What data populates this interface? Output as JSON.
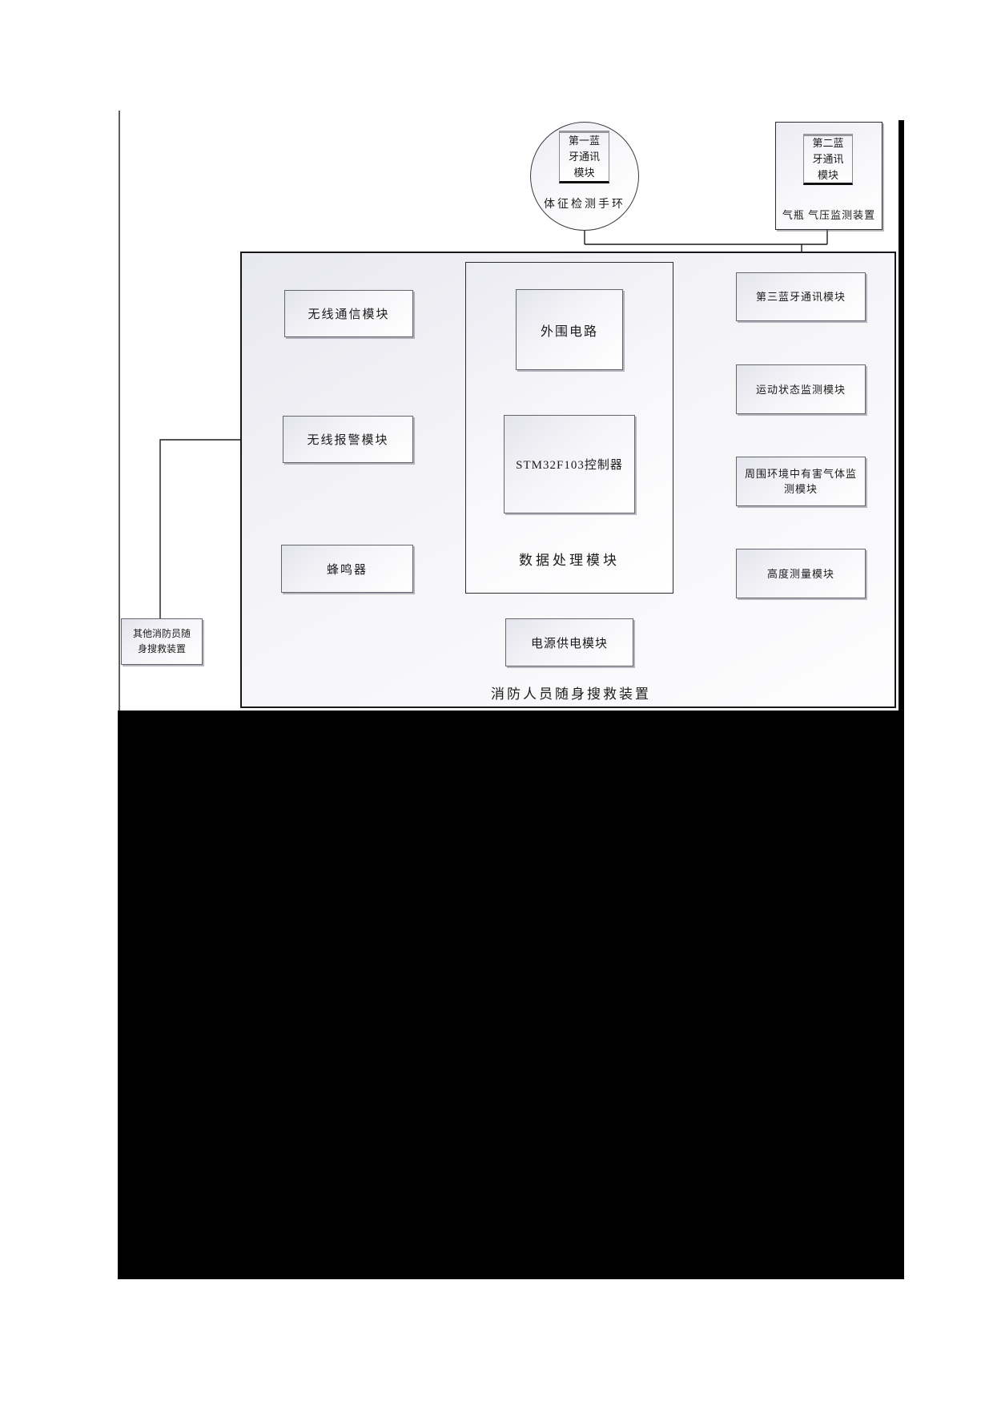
{
  "colors": {
    "redaction": "#000000",
    "line": "#1a1a1a"
  },
  "external_devices": {
    "wristband": {
      "module_label": "第一蓝\n牙通讯\n模块",
      "device_label": "体征检测手环"
    },
    "gas_cylinder": {
      "module_label": "第二蓝\n牙通讯\n模块",
      "device_label": "气瓶 气压监测装置"
    },
    "other_rescuers": {
      "device_label": "其他消防员随\n身搜救装置"
    }
  },
  "main_device": {
    "title": "消防人员随身搜救装置",
    "left_modules": {
      "wireless_comm": "无线通信模块",
      "wireless_alarm": "无线报警模块",
      "buzzer": "蜂鸣器"
    },
    "data_processing": {
      "title": "数据处理模块",
      "peripheral_circuit": "外围电路",
      "controller": "STM32F103控制器"
    },
    "power": "电源供电模块",
    "right_modules": {
      "bluetooth3": "第三蓝牙通讯模块",
      "motion": "运动状态监测模块",
      "harmful_gas": "周围环境中有害气体监\n测模块",
      "altitude": "高度测量模块"
    }
  }
}
